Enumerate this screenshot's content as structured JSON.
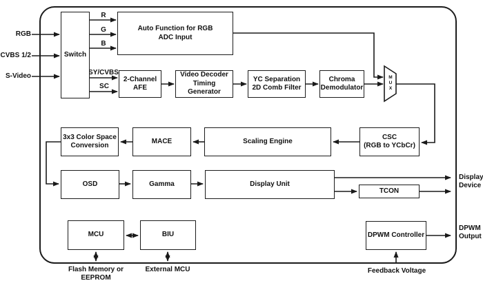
{
  "diagram": {
    "colors": {
      "line": "#1a1a1a",
      "background": "#ffffff",
      "text": "#111111"
    },
    "nodes": {
      "switch": {
        "label": "Switch"
      },
      "auto_function": {
        "label": "Auto Function for RGB\nADC Input"
      },
      "afe": {
        "label": "2-Channel\nAFE"
      },
      "video_decoder": {
        "label": "Video Decoder\nTiming Generator"
      },
      "yc_separation": {
        "label": "YC Separation\n2D Comb Filter"
      },
      "chroma_demod": {
        "label": "Chroma\nDemodulator"
      },
      "csc": {
        "label": "CSC\n(RGB to YCbCr)"
      },
      "scaling": {
        "label": "Scaling Engine"
      },
      "mace": {
        "label": "MACE"
      },
      "color_space": {
        "label": "3x3 Color Space\nConversion"
      },
      "osd": {
        "label": "OSD"
      },
      "gamma": {
        "label": "Gamma"
      },
      "display_unit": {
        "label": "Display Unit"
      },
      "tcon": {
        "label": "TCON"
      },
      "mcu": {
        "label": "MCU"
      },
      "biu": {
        "label": "BIU"
      },
      "dpwm": {
        "label": "DPWM Controller"
      }
    },
    "mux": {
      "letters": [
        "M",
        "U",
        "X"
      ]
    },
    "inputs": {
      "rgb": "RGB",
      "cvbs": "CVBS 1/2",
      "svideo": "S-Video"
    },
    "signals": {
      "r": "R",
      "g": "G",
      "b": "B",
      "sy_cvbs": "SY/CVBS",
      "sc": "SC"
    },
    "outputs": {
      "display_device": "Display\nDevice",
      "dpwm_output": "DPWM\nOutput"
    },
    "bottom_labels": {
      "flash": "Flash Memory or\nEEPROM",
      "external_mcu": "External MCU",
      "feedback": "Feedback Voltage"
    }
  }
}
